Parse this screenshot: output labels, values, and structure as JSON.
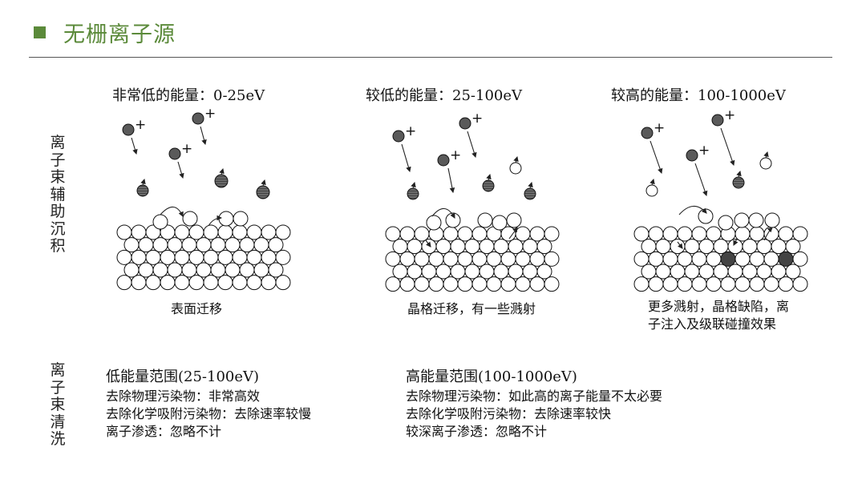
{
  "title": "无栅离子源",
  "section_labels": {
    "deposition": [
      "离",
      "子",
      "束",
      "辅",
      "助",
      "沉",
      "积"
    ],
    "cleaning": [
      "离",
      "子",
      "束",
      "清",
      "洗"
    ]
  },
  "panels": [
    {
      "title": "非常低的能量：0-25eV",
      "caption": [
        "表面迁移"
      ]
    },
    {
      "title": "较低的能量：25-100eV",
      "caption": [
        "晶格迁移，有一些溅射"
      ]
    },
    {
      "title": "较高的能量：100-1000eV",
      "caption": [
        "更多溅射，晶格缺陷，离",
        "子注入及级联碰撞效果"
      ]
    }
  ],
  "ion_charge": "+",
  "cleaning": [
    {
      "head": "低能量范围(25-100eV)",
      "lines": [
        "去除物理污染物：非常高效",
        "去除化学吸附污染物：去除速率较慢",
        "离子渗透：忽略不计"
      ]
    },
    {
      "head": "高能量范围(100-1000eV)",
      "lines": [
        "去除物理污染物：如此高的离子能量不太必要",
        "去除化学吸附污染物：去除速率较快",
        "较深离子渗透：忽略不计"
      ]
    }
  ],
  "colors": {
    "accent": "#5b8a3a",
    "ion": "#5a5a5a",
    "atom_stroke": "#333333"
  }
}
